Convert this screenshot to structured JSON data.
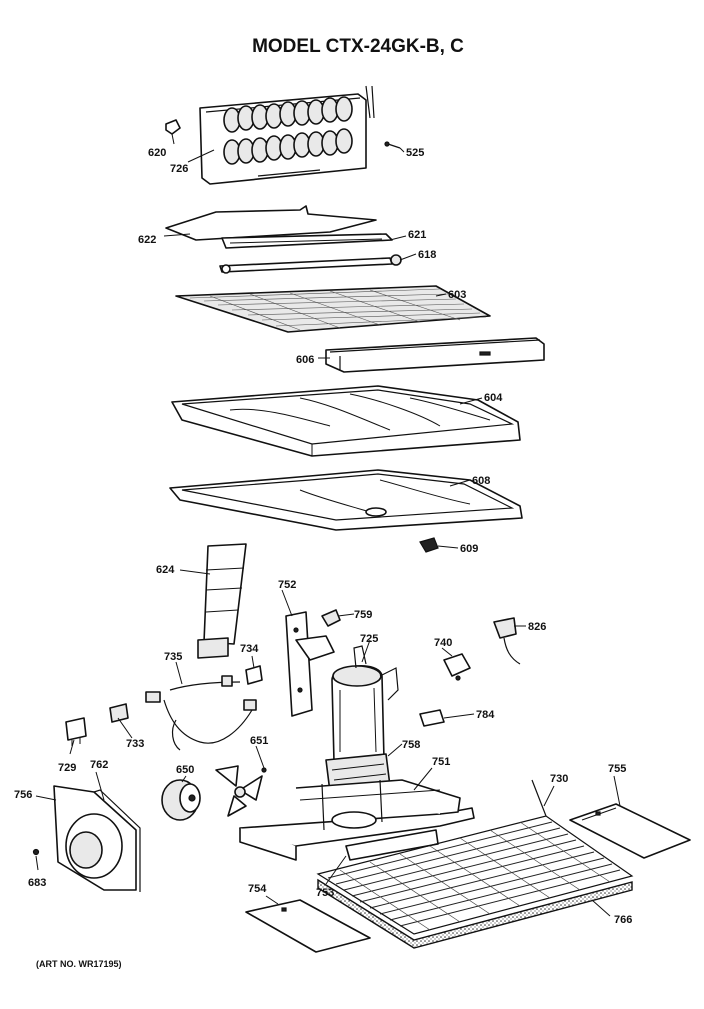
{
  "title": "MODEL CTX-24GK-B, C",
  "art_number": "(ART NO. WR17195)",
  "parts": {
    "p525": "525",
    "p620": "620",
    "p726": "726",
    "p622": "622",
    "p621": "621",
    "p618": "618",
    "p603": "603",
    "p606": "606",
    "p604": "604",
    "p608": "608",
    "p609": "609",
    "p624": "624",
    "p752": "752",
    "p759": "759",
    "p725": "725",
    "p740": "740",
    "p826": "826",
    "p734": "734",
    "p735": "735",
    "p733": "733",
    "p784": "784",
    "p651": "651",
    "p758": "758",
    "p729": "729",
    "p762": "762",
    "p650": "650",
    "p751": "751",
    "p730": "730",
    "p755": "755",
    "p756": "756",
    "p683": "683",
    "p754": "754",
    "p753": "753",
    "p766": "766"
  }
}
